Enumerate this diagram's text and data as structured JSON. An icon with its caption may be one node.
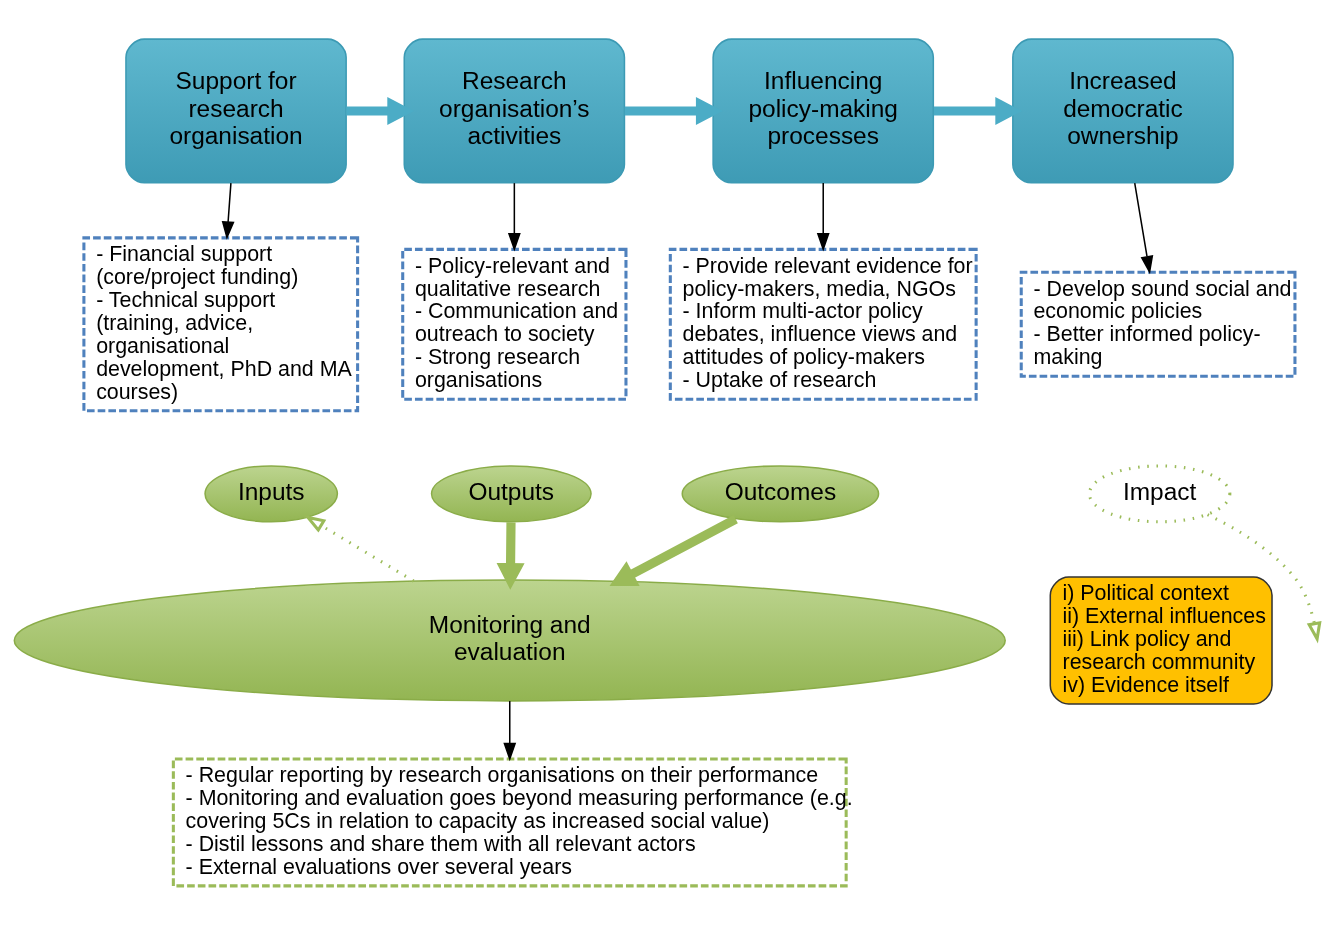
{
  "diagram": {
    "nodes": [
      {
        "text": [
          "Support for research organisation"
        ]
      },
      {
        "text": [
          "Research organisation’s activities"
        ]
      },
      {
        "text": [
          "Influencing policy-making processes"
        ]
      },
      {
        "text": [
          "Increased democratic ownership"
        ]
      },
      {
        "text": [
          "- Financial support (core/project funding)",
          "- Technical support (training, advice, organisational development, PhD and MA courses)"
        ]
      },
      {
        "text": [
          "- Policy-relevant and qualitative research",
          "- Communication and outreach to society",
          "- Strong research organisations"
        ]
      },
      {
        "text": [
          "- Provide relevant evidence for policy-makers, media, NGOs",
          "- Inform multi-actor policy debates, influence views and attitudes of policy-makers",
          "- Uptake of research"
        ]
      },
      {
        "text": [
          "- Develop sound social and economic policies",
          "- Better informed policy-making"
        ]
      },
      {
        "text": [
          "Inputs"
        ]
      },
      {
        "text": [
          "Outputs"
        ]
      },
      {
        "text": [
          "Outcomes"
        ]
      },
      {
        "text": [
          "Impact"
        ]
      },
      {
        "text": [
          "Monitoring and evaluation"
        ]
      },
      {
        "text": [
          "- Regular reporting by research organisations on their performance",
          "- Monitoring and evaluation goes beyond measuring performance (e.g. covering 5Cs in relation to capacity as increased social value)",
          "- Distil lessons and share them with all relevant actors",
          "- External evaluations over several years"
        ]
      },
      {
        "text": [
          "i) Political context",
          "ii) External influences",
          "iii) Link policy and research community",
          "iv) Evidence itself"
        ]
      }
    ],
    "edges": [
      {
        "from": 0,
        "to": 1,
        "arrow": "to",
        "style": "thick",
        "color": "#4bacc6"
      },
      {
        "from": 1,
        "to": 2,
        "arrow": "to",
        "style": "thick",
        "color": "#4bacc6"
      },
      {
        "from": 2,
        "to": 3,
        "arrow": "to",
        "style": "thick",
        "color": "#4bacc6"
      },
      {
        "from": 0,
        "to": 4,
        "arrow": "to"
      },
      {
        "from": 1,
        "to": 5,
        "arrow": "to"
      },
      {
        "from": 2,
        "to": 6,
        "arrow": "to"
      },
      {
        "from": 3,
        "to": 7,
        "arrow": "to"
      },
      {
        "from": 9,
        "to": 12,
        "arrow": "to",
        "style": "thick",
        "color": "#9bbb59"
      },
      {
        "from": 10,
        "to": 12,
        "arrow": "to",
        "style": "thick",
        "color": "#9bbb59"
      },
      {
        "from": 11,
        "to": null,
        "arrow": "to",
        "style": "dashed",
        "color": "#9bbb59"
      },
      {
        "from": 12,
        "to": 8,
        "arrow": "to",
        "style": "dashed",
        "color": "#9bbb59"
      },
      {
        "from": 12,
        "to": 13,
        "arrow": "to"
      }
    ]
  }
}
